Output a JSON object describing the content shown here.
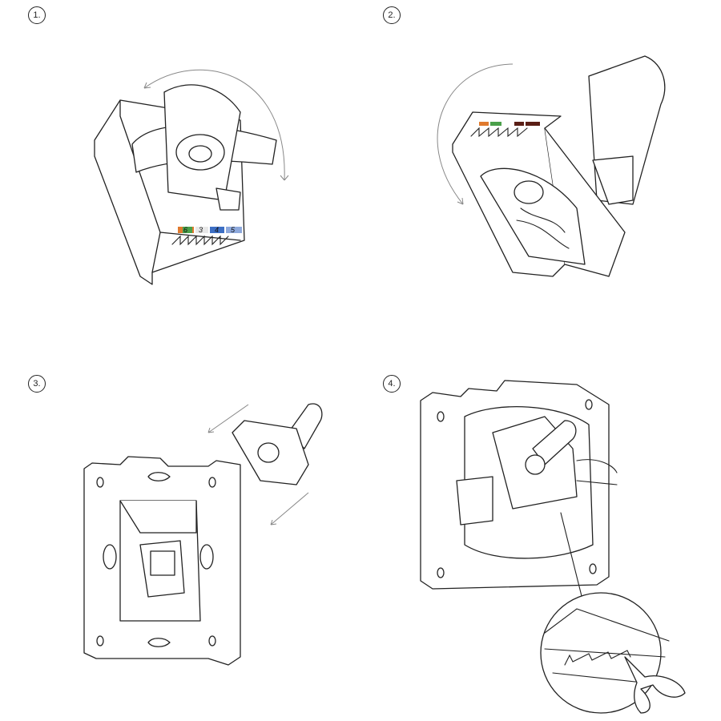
{
  "steps": [
    {
      "number": "1."
    },
    {
      "number": "2."
    },
    {
      "number": "3."
    },
    {
      "number": "4."
    }
  ],
  "step1_wire_labels": [
    {
      "text": "6",
      "color": "#e07a2e"
    },
    {
      "text": "3",
      "color": "#4aa04a"
    },
    {
      "text": "4",
      "color": "#3d6fc4"
    },
    {
      "text": "5",
      "color": "#3d6fc4"
    }
  ],
  "step2_wire_colors": [
    "#e07a2e",
    "#4aa04a",
    "#5a1e16",
    "#5a1e16"
  ],
  "colors": {
    "line": "#222222",
    "arrow": "#888888"
  }
}
